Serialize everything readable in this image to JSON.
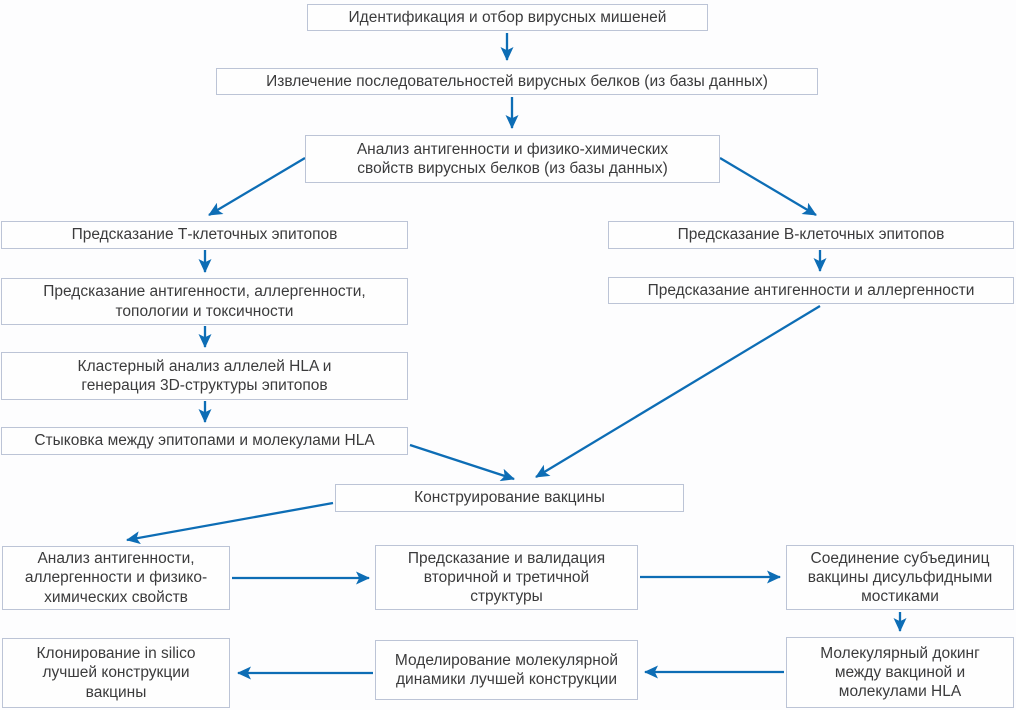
{
  "diagram": {
    "language": "ru",
    "topic": "in silico vaccine design pipeline",
    "nodes": {
      "identification": {
        "label": "Идентификация и отбор вирусных мишеней"
      },
      "extraction": {
        "label": "Извлечение последовательностей вирусных белков (из базы данных)"
      },
      "antigenicity_analysis": {
        "label": "Анализ антигенности и физико-химических свойств вирусных белков (из базы данных)"
      },
      "t_cell_epitopes": {
        "label": "Предсказание Т-клеточных эпитопов"
      },
      "b_cell_epitopes": {
        "label": "Предсказание В-клеточных эпитопов"
      },
      "t_epitope_properties": {
        "label": "Предсказание антигенности, аллергенности, топологии и токсичности"
      },
      "b_epitope_properties": {
        "label": "Предсказание антигенности и аллергенности"
      },
      "hla_cluster": {
        "label": "Кластерный анализ аллелей HLA и генерация 3D-структуры эпитопов"
      },
      "epitope_docking": {
        "label": "Стыковка между эпитопами и молекулами HLA"
      },
      "vaccine_construction": {
        "label": "Конструирование вакцины"
      },
      "physchem_analysis": {
        "label": "Анализ антигенности, аллергенности и физико-химических свойств"
      },
      "structure_prediction": {
        "label": "Предсказание и валидация вторичной и третичной структуры"
      },
      "disulfide_linking": {
        "label": "Соединение субъединиц вакцины дисульфидными мостиками"
      },
      "cloning": {
        "label": "Клонирование in silico лучшей конструкции вакцины"
      },
      "md_simulation": {
        "label": "Моделирование молекулярной динамики лучшей конструкции"
      },
      "molecular_docking": {
        "label": "Молекулярный докинг между вакциной и молекулами HLA"
      }
    },
    "edges": [
      "identification -> extraction",
      "extraction -> antigenicity_analysis",
      "antigenicity_analysis -> t_cell_epitopes",
      "antigenicity_analysis -> b_cell_epitopes",
      "t_cell_epitopes -> t_epitope_properties",
      "b_cell_epitopes -> b_epitope_properties",
      "t_epitope_properties -> hla_cluster",
      "hla_cluster -> epitope_docking",
      "epitope_docking -> vaccine_construction",
      "b_epitope_properties -> vaccine_construction",
      "vaccine_construction -> physchem_analysis",
      "physchem_analysis -> structure_prediction",
      "structure_prediction -> disulfide_linking",
      "disulfide_linking -> molecular_docking",
      "molecular_docking -> md_simulation",
      "md_simulation -> cloning"
    ],
    "colors": {
      "arrow": "#0d6db5",
      "box_border": "#bcc4d6",
      "box_fill": "#fefefe",
      "text": "#3b3b3c",
      "background": "#fdfdfe"
    }
  }
}
